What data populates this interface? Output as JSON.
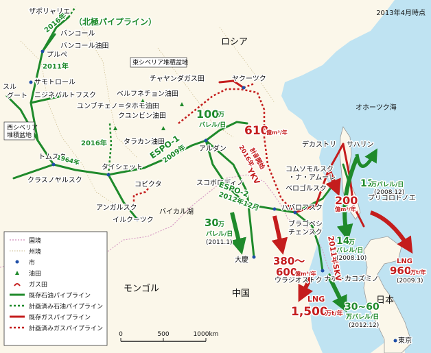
{
  "date_label": "2013年4月時点",
  "countries": {
    "russia": "ロシア",
    "mongolia": "モンゴル",
    "china": "中国",
    "japan": "日本"
  },
  "sea": "オホーツク海",
  "basins": {
    "east_siberia": "東シベリア堆積盆地",
    "west_siberia_l1": "西シベリア",
    "west_siberia_l2": "堆積盆地"
  },
  "arctic_pipeline": "（北極パイプライン）",
  "lake": "バイカル湖",
  "places": {
    "zapolyarnoe": "ザポリャリエ",
    "vankor": "バンコール",
    "vankor_field": "バンコール油田",
    "purpe": "プルペ",
    "surgut_l1": "スル",
    "surgut_l2": "グート",
    "samotlor": "サモトロール",
    "nizhnevartovsk": "ニジネバルトフスク",
    "chayanda": "チャヤンダガス田",
    "yakutsk": "ヤクーツク",
    "verkhnechonsk": "ベルフネチョン油田",
    "yurubcheno": "ユンブチェノ＝タホモ油田",
    "kuyumba": "クユンビン油田",
    "talakan": "タラカン油田",
    "aldan": "アルダン",
    "tomsk": "トムスク",
    "taishet": "タイシェット",
    "krasnoyarsk": "クラスノヤルスク",
    "kovykta": "コビクタ",
    "angarsk": "アンガルスク",
    "irkutsk": "イルクーツク",
    "skovorodino": "スコボロディノ",
    "daqing": "大慶",
    "komsomolsk_l1": "コムソモルスク",
    "komsomolsk_l2": "・ナ・アムーレ",
    "dekastri": "デカストリ",
    "sakhalin": "サハリン",
    "belogorsk": "ベロゴルスク",
    "khabarovsk": "ハバロフスク",
    "birobidzhan_l1": "ブラゴベシ",
    "birobidzhan_l2": "チェンスク",
    "prigorodnoe": "プリゴロドノエ",
    "vladivostok": "ウラジオストク",
    "nakhodka": "ナホトカ",
    "kozmino": "コズミノ",
    "tokyo": "東京"
  },
  "pipeline_labels": {
    "p2016_north": "2016年",
    "p2011": "2011年",
    "p2016_west": "2016年",
    "p1964": "1964年",
    "espo1": "ESPO-1",
    "espo1_year": "2009年",
    "espo2": "ESPO-2",
    "espo2_year": "2012年12月",
    "skv_l1": "2016年",
    "skv_l2": "計画",
    "skv_l3": "開始",
    "skv": "YKV",
    "sk_line": "2011年SKV"
  },
  "flows": {
    "f100": {
      "value": "100",
      "unit": "万",
      "unit2": "バレル/日"
    },
    "f610": {
      "value": "610",
      "unit": "億m³/年"
    },
    "f30": {
      "value": "30",
      "unit": "万",
      "unit2": "バレル/日",
      "date": "(2011.1)"
    },
    "f200": {
      "value": "200",
      "unit": "億m³/年"
    },
    "f380": {
      "value": "380～",
      "value2": "600",
      "unit": "億m³/年"
    },
    "f11": {
      "value": "11",
      "unit": "万バレル/日",
      "date": "(2008.12)"
    },
    "f14": {
      "value": "14",
      "unit": "万",
      "unit2": "バレル/日",
      "date": "(2008.10)"
    },
    "lng960": {
      "label": "LNG",
      "value": "960",
      "unit": "万t/年",
      "date": "(2009.3)"
    },
    "lng1500": {
      "label": "LNG",
      "value": "1,500",
      "unit": "万t/年"
    },
    "f3060": {
      "value": "30~60",
      "unit": "万バレル/日",
      "date": "(2012.12)"
    }
  },
  "legend": [
    {
      "label": "国境"
    },
    {
      "label": "州境"
    },
    {
      "label": "市"
    },
    {
      "label": "油田"
    },
    {
      "label": "ガス田"
    },
    {
      "label": "既存石油パイプライン"
    },
    {
      "label": "計画済み石油パイプライン"
    },
    {
      "label": "既存ガスパイプライン"
    },
    {
      "label": "計画済みガスパイプライン"
    }
  ],
  "scale": {
    "zero": "0",
    "mid": "500",
    "end": "1000km"
  },
  "colors": {
    "oil": "#1f8a2b",
    "gas": "#c41d1d",
    "sea": "#bfe3f2",
    "land": "#fbf7ea",
    "city": "#1f4fa8"
  }
}
